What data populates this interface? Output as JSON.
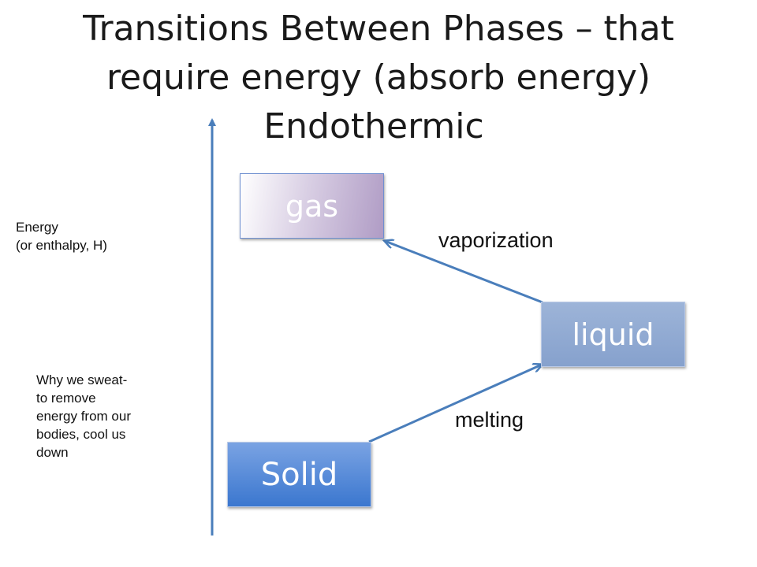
{
  "title": {
    "line1": "Transitions Between Phases – that",
    "line2": "require energy (absorb energy)",
    "line3": "Endothermic"
  },
  "axis": {
    "label_line1": "Energy",
    "label_line2": "(or enthalpy, H)"
  },
  "phases": {
    "gas": "gas",
    "liquid": "liquid",
    "solid": "Solid"
  },
  "transitions": {
    "vaporization": "vaporization",
    "melting": "melting"
  },
  "note": {
    "line1": "Why we sweat-",
    "line2": "to remove",
    "line3": "energy from our",
    "line4": "bodies, cool us",
    "line5": "down"
  },
  "colors": {
    "arrow": "#4a7ebb",
    "gas_box": "#b09cc5",
    "liquid_box": "#86a1cd",
    "solid_box": "#3b77cf"
  }
}
